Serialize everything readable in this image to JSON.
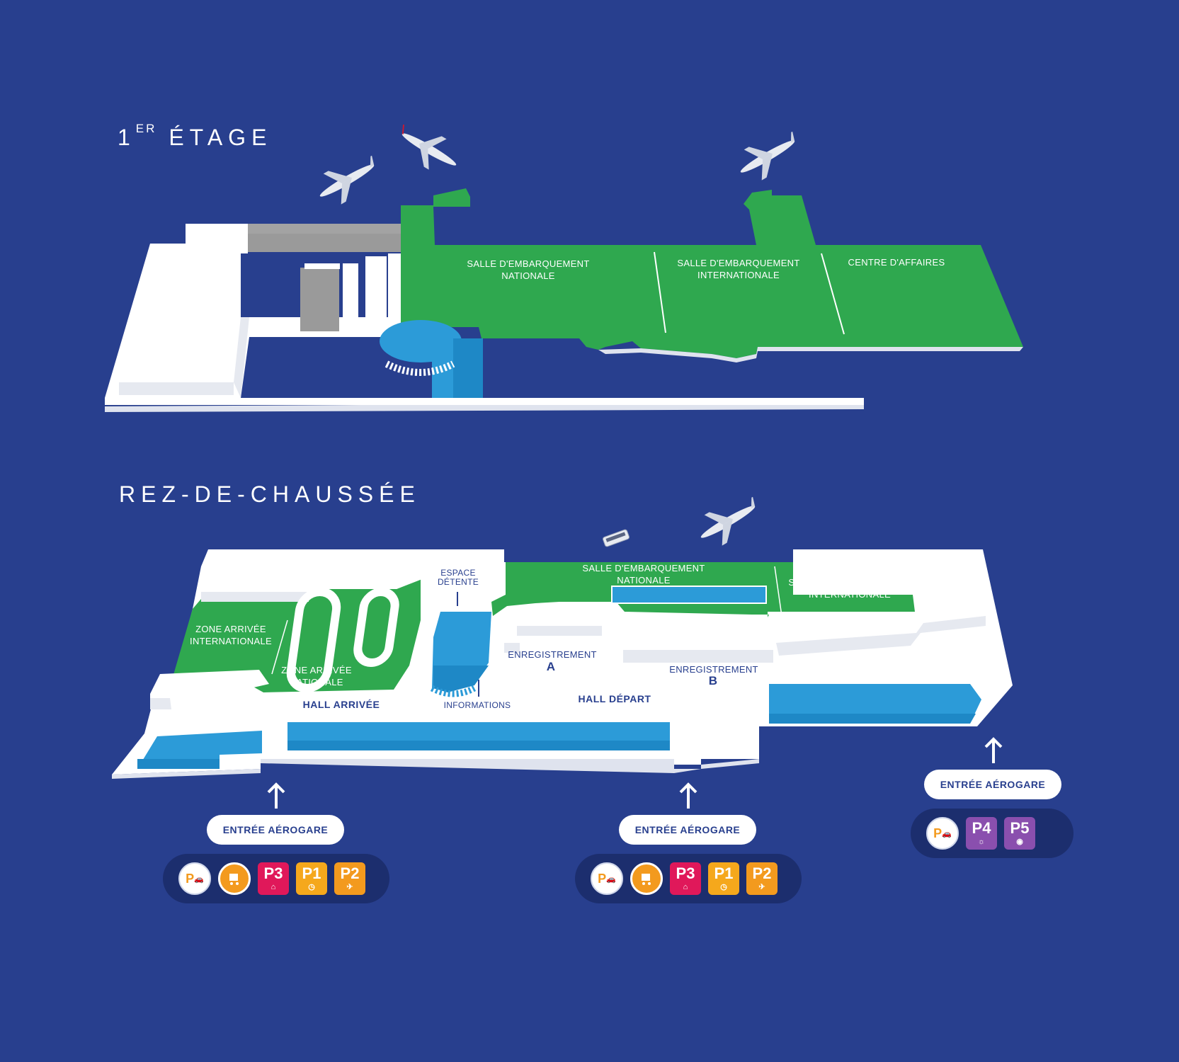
{
  "floors": {
    "upper": {
      "title_main": "1",
      "title_sup": "ER",
      "title_rest": " ÉTAGE",
      "zones": [
        {
          "line1": "SALLE D'EMBARQUEMENT",
          "line2": "NATIONALE"
        },
        {
          "line1": "SALLE D'EMBARQUEMENT",
          "line2": "INTERNATIONALE"
        },
        {
          "line1": "CENTRE D'AFFAIRES",
          "line2": ""
        }
      ]
    },
    "ground": {
      "title": "REZ-DE-CHAUSSÉE",
      "zones": {
        "zone_arrivee_int": {
          "line1": "ZONE ARRIVÉE",
          "line2": "INTERNATIONALE"
        },
        "zone_arrivee_nat": {
          "line1": "ZONE ARRIVÉE",
          "line2": "NATIONALE"
        },
        "espace_detente": {
          "line1": "ESPACE",
          "line2": "DÉTENTE"
        },
        "salle_nat": {
          "line1": "SALLE D'EMBARQUEMENT",
          "line2": "NATIONALE"
        },
        "salle_int": {
          "line1": "SALLE D'EMBARQUEMENT",
          "line2": "INTERNATIONALE"
        },
        "enregistrement_a": {
          "label": "ENREGISTREMENT",
          "letter": "A"
        },
        "enregistrement_b": {
          "label": "ENREGISTREMENT",
          "letter": "B"
        },
        "hall_arrivee": "HALL ARRIVÉE",
        "hall_depart": "HALL DÉPART",
        "informations": "INFORMATIONS"
      }
    }
  },
  "entrances": [
    {
      "label": "ENTRÉE AÉROGARE",
      "parkings": [
        {
          "kind": "icon",
          "icon": "parking-car-icon",
          "text": "P"
        },
        {
          "kind": "icon",
          "icon": "luggage-trolley-icon",
          "text": ""
        },
        {
          "kind": "lot",
          "label": "P3",
          "color": "#e0185a",
          "icon": "car-roof-icon"
        },
        {
          "kind": "lot",
          "label": "P1",
          "color": "#f5a81c",
          "icon": "clock-icon"
        },
        {
          "kind": "lot",
          "label": "P2",
          "color": "#f39a1e",
          "icon": "plane-car-icon"
        }
      ]
    },
    {
      "label": "ENTRÉE AÉROGARE",
      "parkings": [
        {
          "kind": "icon",
          "icon": "parking-car-icon",
          "text": "P"
        },
        {
          "kind": "icon",
          "icon": "luggage-trolley-icon",
          "text": ""
        },
        {
          "kind": "lot",
          "label": "P3",
          "color": "#e0185a",
          "icon": "car-roof-icon"
        },
        {
          "kind": "lot",
          "label": "P1",
          "color": "#f5a81c",
          "icon": "clock-icon"
        },
        {
          "kind": "lot",
          "label": "P2",
          "color": "#f39a1e",
          "icon": "plane-car-icon"
        }
      ]
    },
    {
      "label": "ENTRÉE AÉROGARE",
      "parkings": [
        {
          "kind": "icon",
          "icon": "parking-car-icon",
          "text": "P"
        },
        {
          "kind": "lot",
          "label": "P4",
          "color": "#8a4fae",
          "icon": "sun-icon"
        },
        {
          "kind": "lot",
          "label": "P5",
          "color": "#8a4fae",
          "icon": "globe-icon"
        }
      ]
    }
  ],
  "colors": {
    "background": "#283f8e",
    "zone_green": "#2fa84f",
    "zone_blue": "#2c9bd8",
    "building_white": "#ffffff",
    "building_grey": "#9a9a9a"
  }
}
